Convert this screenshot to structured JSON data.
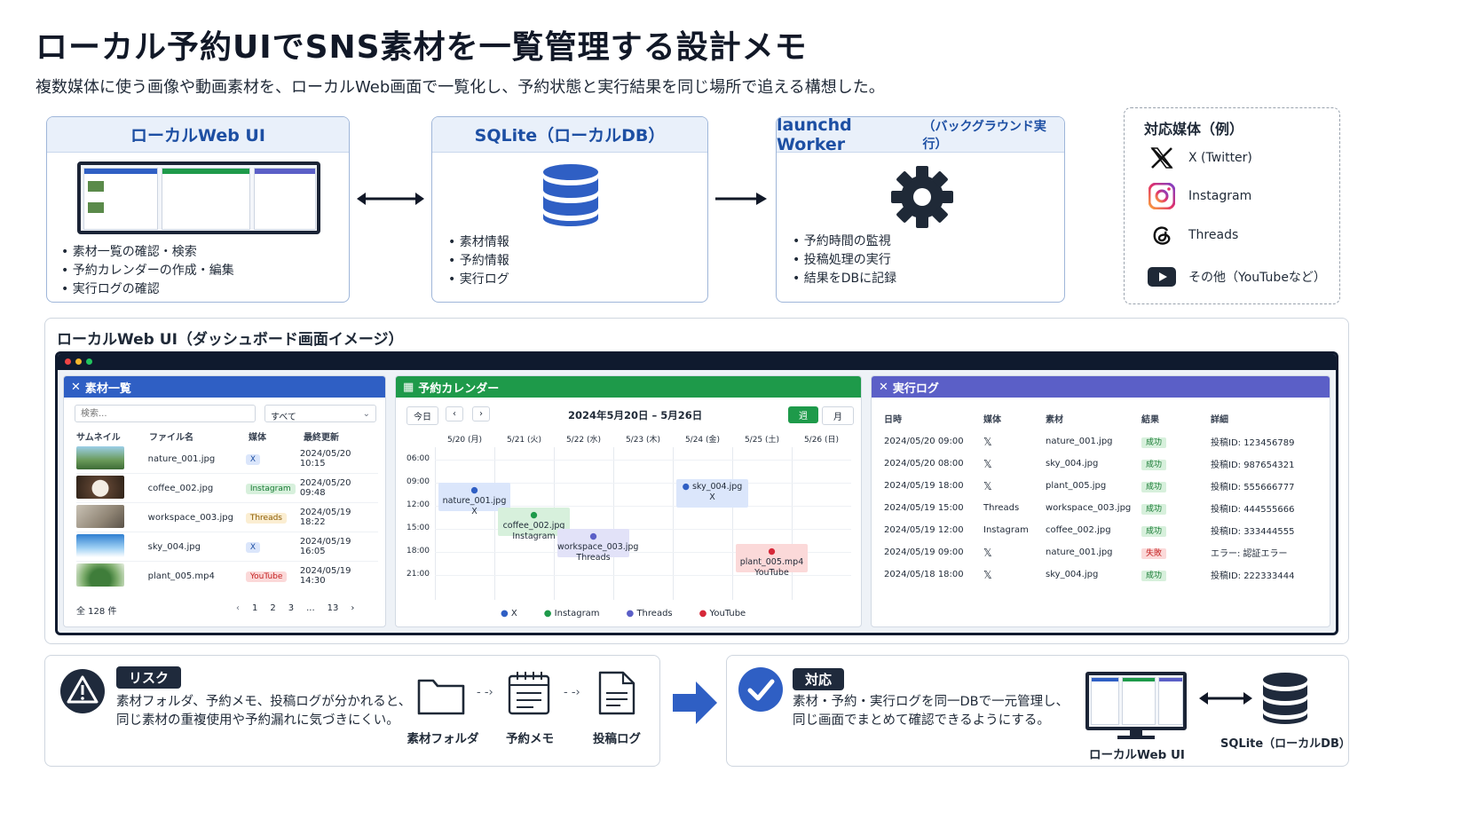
{
  "title": "ローカル予約UIでSNS素材を一覧管理する設計メモ",
  "subtitle": "複数媒体に使う画像や動画素材を、ローカルWeb画面で一覧化し、予約状態と実行結果を同じ場所で追える構想した。",
  "box_web": {
    "title": "ローカルWeb UI",
    "bullets": [
      "素材一覧の確認・検索",
      "予約カレンダーの作成・編集",
      "実行ログの確認"
    ]
  },
  "box_db": {
    "title": "SQLite（ローカルDB）",
    "bullets": [
      "素材情報",
      "予約情報",
      "実行ログ"
    ]
  },
  "box_worker": {
    "title": "launchd Worker",
    "title_small": "（バックグラウンド実行）",
    "bullets": [
      "予約時間の監視",
      "投稿処理の実行",
      "結果をDBに記録"
    ]
  },
  "media": {
    "title": "対応媒体（例）",
    "items": [
      "X (Twitter)",
      "Instagram",
      "Threads",
      "その他（YouTubeなど）"
    ]
  },
  "dashboard": {
    "title": "ローカルWeb UI（ダッシュボード画面イメージ）",
    "materials": {
      "header": "素材一覧",
      "search_placeholder": "検索...",
      "filter": "すべて",
      "cols": [
        "サムネイル",
        "ファイル名",
        "媒体",
        "最終更新"
      ],
      "rows": [
        {
          "file": "nature_001.jpg",
          "media": "X",
          "date": "2024/05/20 10:15"
        },
        {
          "file": "coffee_002.jpg",
          "media": "Instagram",
          "date": "2024/05/20 09:48"
        },
        {
          "file": "workspace_003.jpg",
          "media": "Threads",
          "date": "2024/05/19 18:22"
        },
        {
          "file": "sky_004.jpg",
          "media": "X",
          "date": "2024/05/19 16:05"
        },
        {
          "file": "plant_005.mp4",
          "media": "YouTube",
          "date": "2024/05/19 14:30"
        }
      ],
      "total": "全 128 件",
      "pages": [
        "1",
        "2",
        "3",
        "...",
        "13"
      ]
    },
    "calendar": {
      "header": "予約カレンダー",
      "today": "今日",
      "range": "2024年5月20日 – 5月26日",
      "view_week": "週",
      "view_month": "月",
      "days": [
        "5/20 (月)",
        "5/21 (火)",
        "5/22 (水)",
        "5/23 (木)",
        "5/24 (金)",
        "5/25 (土)",
        "5/26 (日)"
      ],
      "times": [
        "06:00",
        "09:00",
        "12:00",
        "15:00",
        "18:00",
        "21:00"
      ],
      "events": [
        {
          "l1": "nature_001.jpg",
          "l2": "X"
        },
        {
          "l1": "coffee_002.jpg",
          "l2": "Instagram"
        },
        {
          "l1": "workspace_003.jpg",
          "l2": "Threads"
        },
        {
          "l1": "sky_004.jpg",
          "l2": "X"
        },
        {
          "l1": "plant_005.mp4",
          "l2": "YouTube"
        }
      ],
      "legend": [
        "X",
        "Instagram",
        "Threads",
        "YouTube"
      ]
    },
    "log": {
      "header": "実行ログ",
      "cols": [
        "日時",
        "媒体",
        "素材",
        "結果",
        "詳細"
      ],
      "rows": [
        {
          "date": "2024/05/20 09:00",
          "media": "",
          "file": "nature_001.jpg",
          "result": "成功",
          "detail": "投稿ID: 123456789"
        },
        {
          "date": "2024/05/20 08:00",
          "media": "",
          "file": "sky_004.jpg",
          "result": "成功",
          "detail": "投稿ID: 987654321"
        },
        {
          "date": "2024/05/19 18:00",
          "media": "",
          "file": "plant_005.jpg",
          "result": "成功",
          "detail": "投稿ID: 555666777"
        },
        {
          "date": "2024/05/19 15:00",
          "media": "Threads",
          "file": "workspace_003.jpg",
          "result": "成功",
          "detail": "投稿ID: 444555666"
        },
        {
          "date": "2024/05/19 12:00",
          "media": "Instagram",
          "file": "coffee_002.jpg",
          "result": "成功",
          "detail": "投稿ID: 333444555"
        },
        {
          "date": "2024/05/19 09:00",
          "media": "",
          "file": "nature_001.jpg",
          "result": "失敗",
          "detail": "エラー: 認証エラー"
        },
        {
          "date": "2024/05/18 18:00",
          "media": "",
          "file": "sky_004.jpg",
          "result": "成功",
          "detail": "投稿ID: 222333444"
        }
      ]
    }
  },
  "risk": {
    "label": "リスク",
    "text1": "素材フォルダ、予約メモ、投稿ログが分かれると、",
    "text2": "同じ素材の重複使用や予約漏れに気づきにくい。",
    "items": [
      "素材フォルダ",
      "予約メモ",
      "投稿ログ"
    ]
  },
  "solution": {
    "label": "対応",
    "text1": "素材・予約・実行ログを同一DBで一元管理し、",
    "text2": "同じ画面でまとめて確認できるようにする。",
    "ui_label": "ローカルWeb UI",
    "db_label": "SQLite（ローカルDB）"
  },
  "colors": {
    "blue": "#2f5fc4",
    "green": "#1e9a4a",
    "purple": "#5b5fc7",
    "navy": "#1f2a3c"
  }
}
